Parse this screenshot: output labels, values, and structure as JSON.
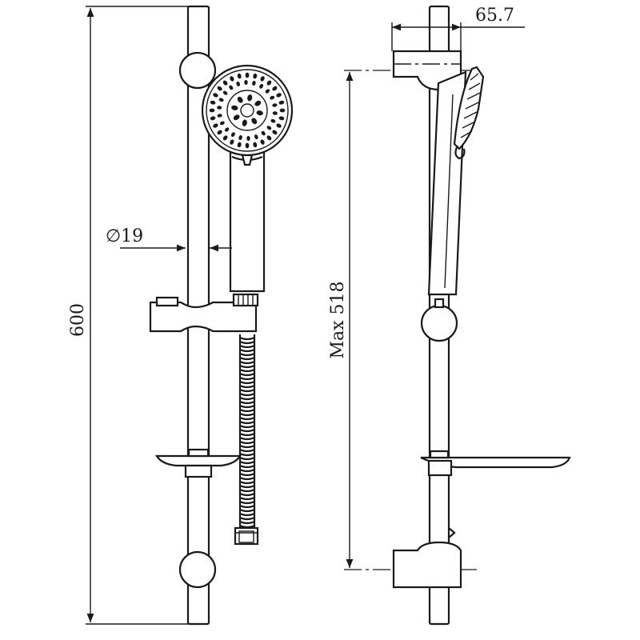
{
  "dimensions": {
    "total_height": "600",
    "hose_diameter": "∅19",
    "max_span": "Max 518",
    "head_depth": "65.7"
  }
}
